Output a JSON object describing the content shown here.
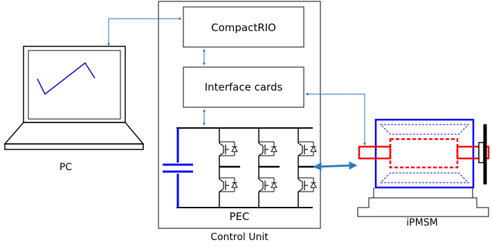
{
  "labels": {
    "compactrio": "CompactRIO",
    "interface_cards": "Interface cards",
    "pec": "PEC",
    "control_unit": "Control Unit",
    "pc": "PC",
    "ipmsm": "iPMSM"
  },
  "colors": {
    "line": "#000000",
    "signal": "#1f6fb5",
    "power": "#2b7bc0",
    "blue_part": "#0000ff",
    "red_part": "#ff0000",
    "plot": "#0000cc"
  }
}
